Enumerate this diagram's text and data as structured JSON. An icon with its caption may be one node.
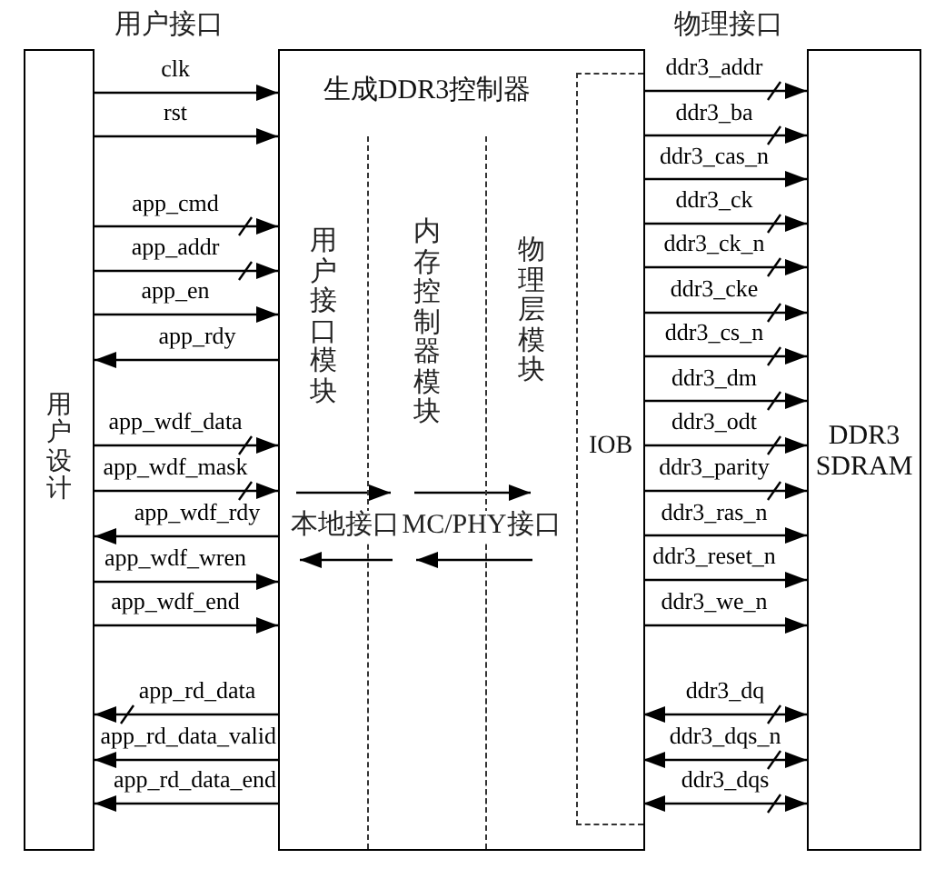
{
  "diagram": {
    "nodes": [
      {
        "text": [
          "用户设计"
        ]
      },
      {
        "text": [
          "生成DDR3控制器"
        ]
      },
      {
        "text": [
          "用户接口模块"
        ],
        "in": 1
      },
      {
        "text": [
          "内存控制器模块"
        ],
        "in": 1
      },
      {
        "text": [
          "物理层模块"
        ],
        "in": 1
      },
      {
        "text": [
          "IOB"
        ],
        "in": 1
      },
      {
        "text": [
          "DDR3 SDRAM"
        ]
      }
    ],
    "edges": [
      {
        "from": 0,
        "to": 1,
        "arrow": "to",
        "label": "clk"
      },
      {
        "from": 0,
        "to": 1,
        "arrow": "to",
        "label": "rst"
      },
      {
        "from": 0,
        "to": 1,
        "arrow": "to",
        "label": "app_cmd"
      },
      {
        "from": 0,
        "to": 1,
        "arrow": "to",
        "label": "app_addr"
      },
      {
        "from": 0,
        "to": 1,
        "arrow": "to",
        "label": "app_en"
      },
      {
        "from": 1,
        "to": 0,
        "arrow": "to",
        "label": "app_rdy"
      },
      {
        "from": 0,
        "to": 1,
        "arrow": "to",
        "label": "app_wdf_data"
      },
      {
        "from": 0,
        "to": 1,
        "arrow": "to",
        "label": "app_wdf_mask"
      },
      {
        "from": 1,
        "to": 0,
        "arrow": "to",
        "label": "app_wdf_rdy"
      },
      {
        "from": 0,
        "to": 1,
        "arrow": "to",
        "label": "app_wdf_wren"
      },
      {
        "from": 0,
        "to": 1,
        "arrow": "to",
        "label": "app_wdf_end"
      },
      {
        "from": 1,
        "to": 0,
        "arrow": "to",
        "label": "app_rd_data"
      },
      {
        "from": 1,
        "to": 0,
        "arrow": "to",
        "label": "app_rd_data_valid"
      },
      {
        "from": 1,
        "to": 0,
        "arrow": "to",
        "label": "app_rd_data_end"
      },
      {
        "from": 5,
        "to": 6,
        "arrow": "to",
        "label": "ddr3_addr"
      },
      {
        "from": 5,
        "to": 6,
        "arrow": "to",
        "label": "ddr3_ba"
      },
      {
        "from": 5,
        "to": 6,
        "arrow": "to",
        "label": "ddr3_cas_n"
      },
      {
        "from": 5,
        "to": 6,
        "arrow": "to",
        "label": "ddr3_ck"
      },
      {
        "from": 5,
        "to": 6,
        "arrow": "to",
        "label": "ddr3_ck_n"
      },
      {
        "from": 5,
        "to": 6,
        "arrow": "to",
        "label": "ddr3_cke"
      },
      {
        "from": 5,
        "to": 6,
        "arrow": "to",
        "label": "ddr3_cs_n"
      },
      {
        "from": 5,
        "to": 6,
        "arrow": "to",
        "label": "ddr3_dm"
      },
      {
        "from": 5,
        "to": 6,
        "arrow": "to",
        "label": "ddr3_odt"
      },
      {
        "from": 5,
        "to": 6,
        "arrow": "to",
        "label": "ddr3_parity"
      },
      {
        "from": 5,
        "to": 6,
        "arrow": "to",
        "label": "ddr3_ras_n"
      },
      {
        "from": 5,
        "to": 6,
        "arrow": "to",
        "label": "ddr3_reset_n"
      },
      {
        "from": 5,
        "to": 6,
        "arrow": "to",
        "label": "ddr3_we_n"
      },
      {
        "from": 5,
        "to": 6,
        "arrow": "both",
        "label": "ddr3_dq"
      },
      {
        "from": 5,
        "to": 6,
        "arrow": "both",
        "label": "ddr3_dqs_n"
      },
      {
        "from": 5,
        "to": 6,
        "arrow": "both",
        "label": "ddr3_dqs"
      },
      {
        "from": 2,
        "to": 3,
        "arrow": "to"
      },
      {
        "from": 3,
        "to": 2,
        "arrow": "to"
      },
      {
        "from": 3,
        "to": 4,
        "arrow": "to"
      },
      {
        "from": 4,
        "to": 3,
        "arrow": "to"
      }
    ],
    "labels": [
      "用户接口",
      "物理接口",
      "本地接口",
      "MC/PHY接口"
    ]
  }
}
